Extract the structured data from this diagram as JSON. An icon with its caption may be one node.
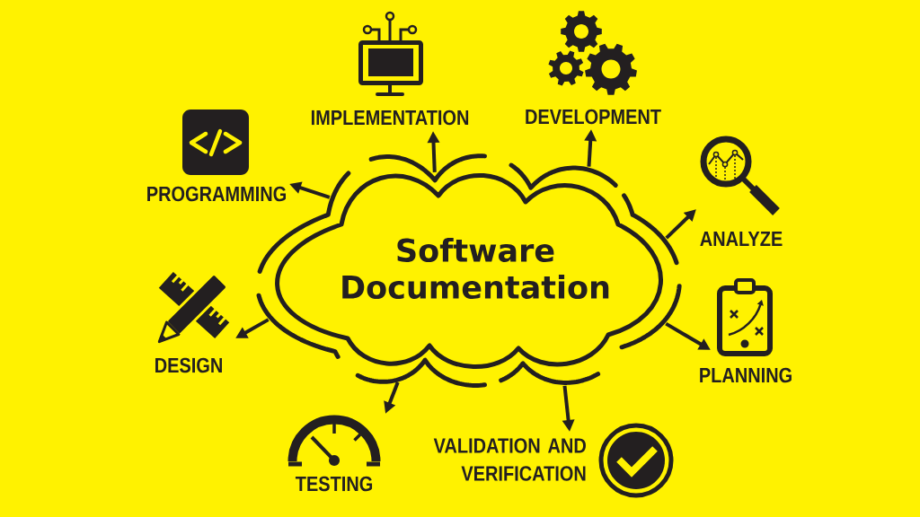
{
  "diagram": {
    "nodes": [
      {
        "text": [
          "Software Documentation"
        ]
      },
      {
        "text": [
          "IMPLEMENTATION"
        ]
      },
      {
        "text": [
          "DEVELOPMENT"
        ]
      },
      {
        "text": [
          "ANALYZE"
        ]
      },
      {
        "text": [
          "PLANNING"
        ]
      },
      {
        "text": [
          "VALIDATION AND VERIFICATION"
        ]
      },
      {
        "text": [
          "TESTING"
        ]
      },
      {
        "text": [
          "DESIGN"
        ]
      },
      {
        "text": [
          "PROGRAMMING"
        ]
      }
    ],
    "edges": [
      {
        "from": 0,
        "to": 1,
        "arrow": "to"
      },
      {
        "from": 0,
        "to": 2,
        "arrow": "to"
      },
      {
        "from": 0,
        "to": 3,
        "arrow": "to"
      },
      {
        "from": 0,
        "to": 4,
        "arrow": "to"
      },
      {
        "from": 0,
        "to": 5,
        "arrow": "to"
      },
      {
        "from": 0,
        "to": 6,
        "arrow": "to"
      },
      {
        "from": 0,
        "to": 7,
        "arrow": "to"
      },
      {
        "from": 0,
        "to": 8,
        "arrow": "to"
      }
    ]
  }
}
